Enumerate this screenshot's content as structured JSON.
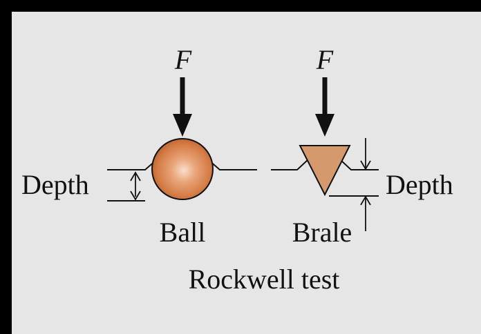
{
  "force_label_left": "F",
  "force_label_right": "F",
  "left_depth_label": "Depth",
  "right_depth_label": "Depth",
  "ball_label": "Ball",
  "brale_label": "Brale",
  "caption": "Rockwell test",
  "colors": {
    "frame": "#000000",
    "background": "#e6e6e6",
    "ball_center": "#f4d2b8",
    "ball_mid": "#de8a55",
    "ball_edge": "#b8612e",
    "brale_fill": "#d49a6e",
    "line": "#111111"
  }
}
